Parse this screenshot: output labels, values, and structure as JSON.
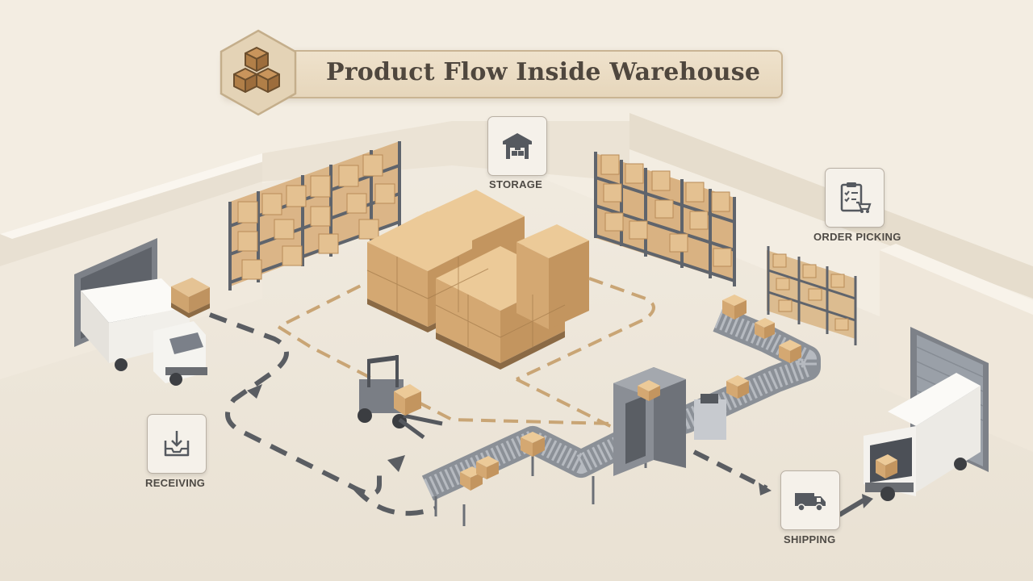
{
  "title": "Product Flow Inside Warehouse",
  "stages": {
    "storage": {
      "label": "STORAGE",
      "icon": "warehouse-icon"
    },
    "order_picking": {
      "label": "ORDER PICKING",
      "icon": "clipboard-cart-icon"
    },
    "receiving": {
      "label": "RECEIVING",
      "icon": "inbox-download-icon"
    },
    "shipping": {
      "label": "SHIPPING",
      "icon": "truck-icon"
    }
  },
  "title_icon": "stacked-boxes-icon",
  "colors": {
    "background": "#f3ede2",
    "floor": "#eee6d8",
    "wall": "#f2ebdf",
    "box": "#d9b282",
    "rack": "#6b7280",
    "path_dark": "#5a5d62",
    "path_tan": "#c9a575",
    "title_bg": "#e8d9bf"
  }
}
